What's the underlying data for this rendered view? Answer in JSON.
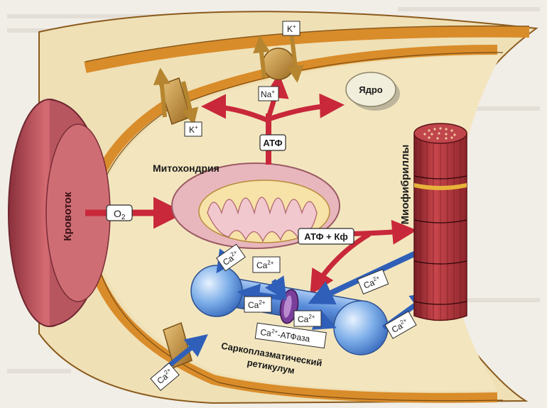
{
  "labels": {
    "bloodstream": "Кровоток",
    "mitochondria": "Митохондрия",
    "nucleus": "Ядро",
    "myofibrils": "Миофибриллы",
    "atp": "АТФ",
    "atp_cp": "АТФ + Кф",
    "o2": "O",
    "o2_sub": "2",
    "k_plus_top": "K",
    "k_plus_left": "K",
    "na_plus": "Na",
    "plus": "+",
    "ca": "Ca",
    "ca_sup": "2+",
    "ca_atpase_line1": "Ca",
    "ca_atpase_sup": "2+",
    "ca_atpase_rest": "-АТФаза",
    "sr_line1": "Саркоплазматический",
    "sr_line2": "ретикулум"
  },
  "colors": {
    "cell_fill": "#efe0b6",
    "membrane": "#d98c2a",
    "blood": "#c25a63",
    "mito_outer": "#e8b7bd",
    "mito_inner": "#f7e2a8",
    "red_arrow": "#c8283a",
    "blue_arrow": "#2f5fb8",
    "sr_blue": "#78a8e6",
    "atpase": "#7a3f9a",
    "myofibril": "#b8333a",
    "nucleus": "#e6e0c8",
    "pump": "#b78b3a"
  }
}
